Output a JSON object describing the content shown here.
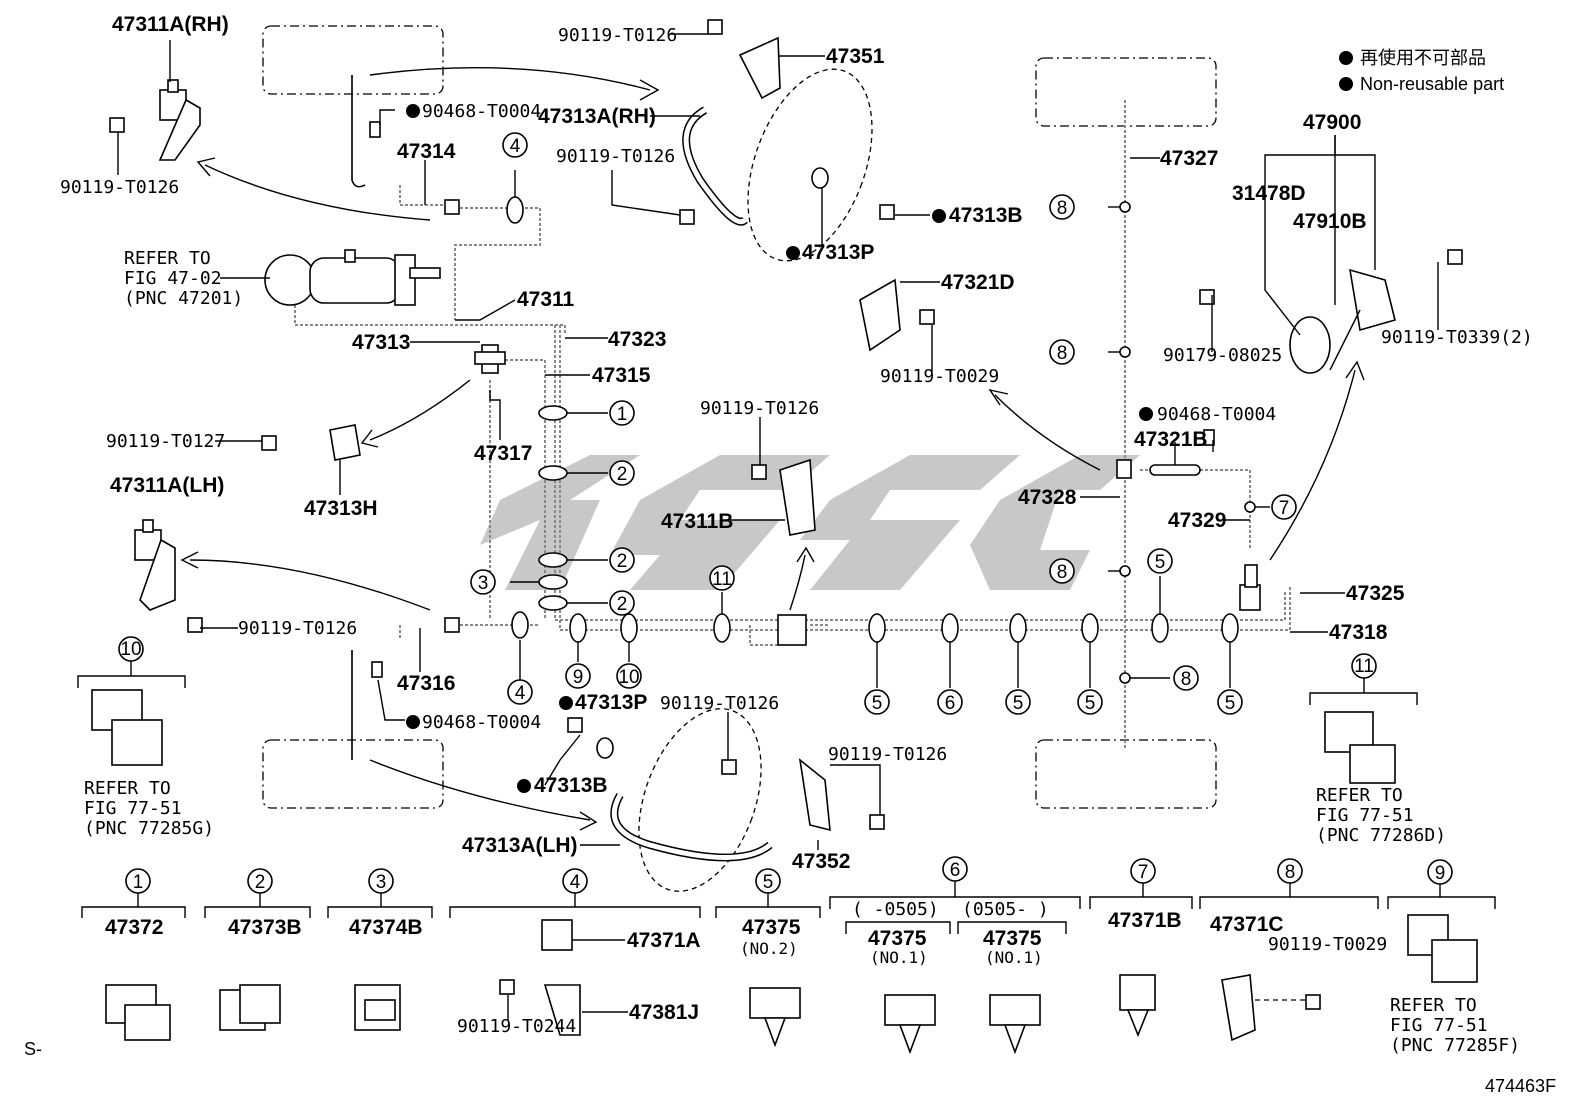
{
  "legend": {
    "line1": "再使用不可部品",
    "line2": "Non-reusable part"
  },
  "part_labels": {
    "p47311A_RH": "47311A(RH)",
    "p90119_T0126_a": "90119-T0126",
    "p47351": "47351",
    "p47313A_RH": "47313A(RH)",
    "p90468_T0004_a": "90468-T0004",
    "p47314": "47314",
    "p90119_T0126_b": "90119-T0126",
    "p90119_T0126_c": "90119-T0126",
    "p47313B_a": "47313B",
    "p47313P_a": "47313P",
    "refer_fig4702_1": "REFER TO",
    "refer_fig4702_2": "FIG 47-02",
    "refer_fig4702_3": "(PNC 47201)",
    "p47311": "47311",
    "p47313": "47313",
    "p47323": "47323",
    "p47315": "47315",
    "p90119_T0127": "90119-T0127",
    "p47317": "47317",
    "p47313H": "47313H",
    "p47311A_LH": "47311A(LH)",
    "p90119_T0126_d": "90119-T0126",
    "p47316": "47316",
    "p90468_T0004_b": "90468-T0004",
    "p47313P_b": "47313P",
    "p47313B_b": "47313B",
    "p47313A_LH": "47313A(LH)",
    "p90119_T0126_e": "90119-T0126",
    "p90119_T0126_f": "90119-T0126",
    "p47352": "47352",
    "p90119_T0126_g": "90119-T0126",
    "p47311B": "47311B",
    "p47327": "47327",
    "p47321D": "47321D",
    "p90119_T0029_a": "90119-T0029",
    "p90468_T0004_c": "90468-T0004",
    "p47321B": "47321B",
    "p47328": "47328",
    "p47329": "47329",
    "p47325": "47325",
    "p47318": "47318",
    "p47900": "47900",
    "p31478D": "31478D",
    "p47910B": "47910B",
    "p90179_08025": "90179-08025",
    "p90119_T0339": "90119-T0339(2)",
    "refer_7751G_1": "REFER TO",
    "refer_7751G_2": "FIG 77-51",
    "refer_7751G_3": "(PNC 77285G)",
    "refer_7751D_1": "REFER TO",
    "refer_7751D_2": "FIG 77-51",
    "refer_7751D_3": "(PNC 77286D)",
    "refer_7751F_1": "REFER TO",
    "refer_7751F_2": "FIG 77-51",
    "refer_7751F_3": "(PNC 77285F)"
  },
  "clamp_table": {
    "c1": "47372",
    "c2": "47373B",
    "c3": "47374B",
    "c4a": "47371A",
    "c4b": "47381J",
    "c4c": "90119-T0244",
    "c5": "47375",
    "c5n": "(NO.2)",
    "c6range_a": "(   -0505)",
    "c6range_b": "(0505-    )",
    "c6a": "47375",
    "c6an": "(NO.1)",
    "c6b": "47375",
    "c6bn": "(NO.1)",
    "c7": "47371B",
    "c8": "47371C",
    "c8b": "90119-T0029"
  },
  "callout_numbers": [
    "1",
    "2",
    "3",
    "4",
    "5",
    "6",
    "7",
    "8",
    "9",
    "10",
    "11"
  ],
  "footer": {
    "left": "S-",
    "right": "474463F"
  },
  "colors": {
    "watermark": "#c8c8c8"
  }
}
